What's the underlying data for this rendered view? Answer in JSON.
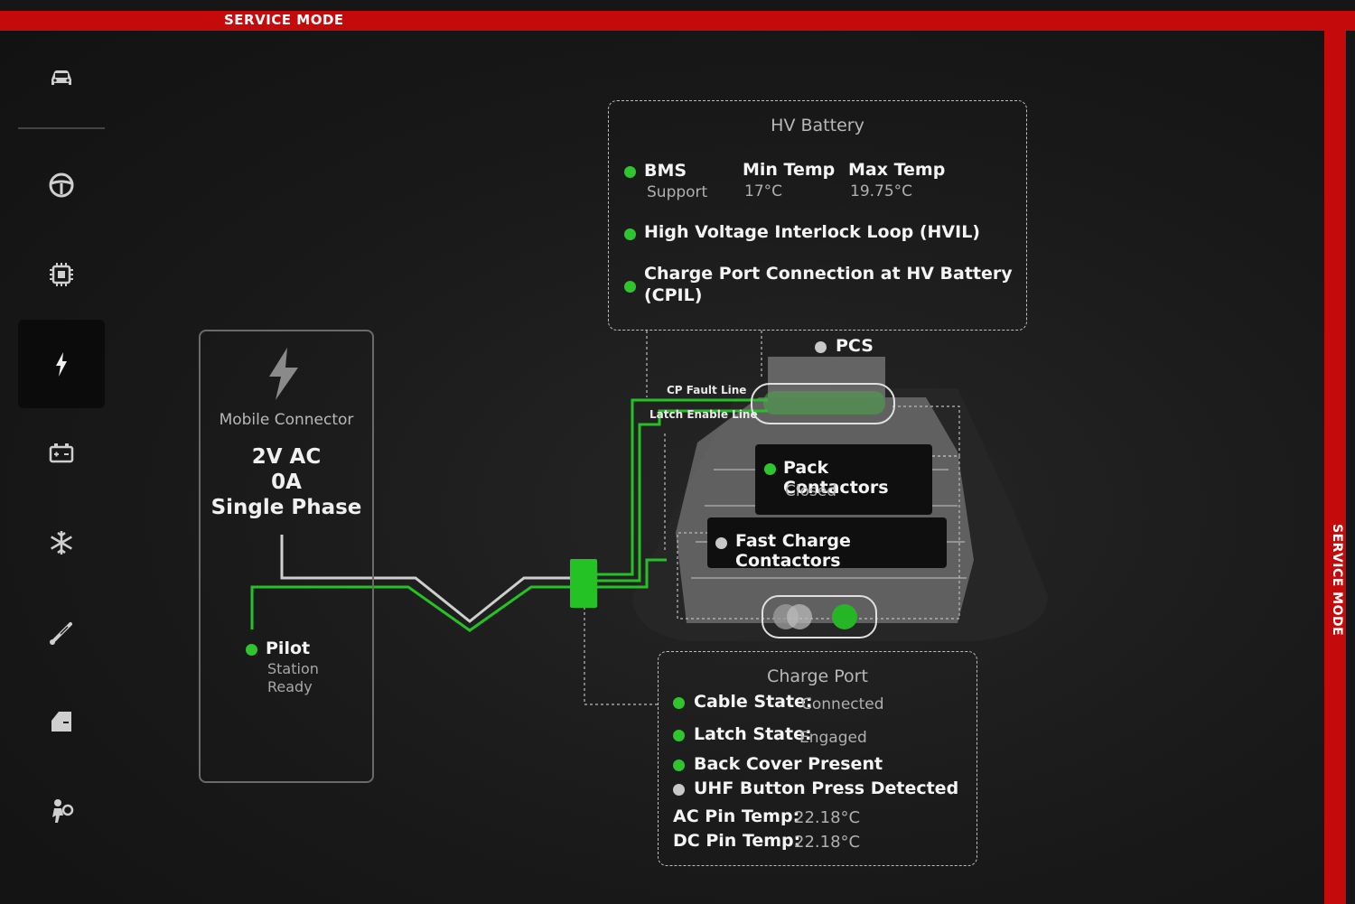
{
  "header": {
    "service_mode_label": "SERVICE MODE"
  },
  "side_label": "SERVICE MODE",
  "sidebar": {
    "items": [
      {
        "icon": "car-icon",
        "active": false
      },
      {
        "icon": "steering-wheel-icon",
        "active": false
      },
      {
        "icon": "chip-icon",
        "active": false
      },
      {
        "icon": "lightning-icon",
        "active": true
      },
      {
        "icon": "battery-icon",
        "active": false
      },
      {
        "icon": "snowflake-icon",
        "active": false
      },
      {
        "icon": "wiper-icon",
        "active": false
      },
      {
        "icon": "door-icon",
        "active": false
      },
      {
        "icon": "airbag-icon",
        "active": false
      }
    ]
  },
  "connector": {
    "icon": "lightning-icon",
    "title": "Mobile Connector",
    "voltage": "2V AC",
    "current": "0A",
    "phase": "Single Phase",
    "pilot_label": "Pilot",
    "pilot_status_1": "Station",
    "pilot_status_2": "Ready"
  },
  "hv_battery": {
    "title": "HV Battery",
    "bms_label": "BMS",
    "bms_value": "Support",
    "min_temp_label": "Min Temp",
    "min_temp_value": "17°C",
    "max_temp_label": "Max Temp",
    "max_temp_value": "19.75°C",
    "hvil_label": "High Voltage Interlock Loop (HVIL)",
    "cpil_label_1": "Charge Port Connection at HV Battery",
    "cpil_label_2": "(CPIL)"
  },
  "diagram": {
    "pcs_label": "PCS",
    "cp_fault_line": "CP Fault Line",
    "latch_enable_line": "Latch Enable Line",
    "pack_contactors_label": "Pack Contactors",
    "pack_contactors_value": "Closed",
    "fast_charge_label": "Fast Charge Contactors"
  },
  "charge_port": {
    "title": "Charge Port",
    "cable_state_label": "Cable State:",
    "cable_state_value": "Connected",
    "latch_state_label": "Latch State:",
    "latch_state_value": "Engaged",
    "back_cover_label": "Back Cover Present",
    "uhf_label": "UHF Button Press Detected",
    "ac_pin_label": "AC Pin Temp:",
    "ac_pin_value": "22.18°C",
    "dc_pin_label": "DC Pin Temp:",
    "dc_pin_value": "22.18°C"
  },
  "colors": {
    "frame_red": "#c40a0a",
    "status_green": "#2fc52f",
    "status_grey": "#c8c8c8"
  }
}
